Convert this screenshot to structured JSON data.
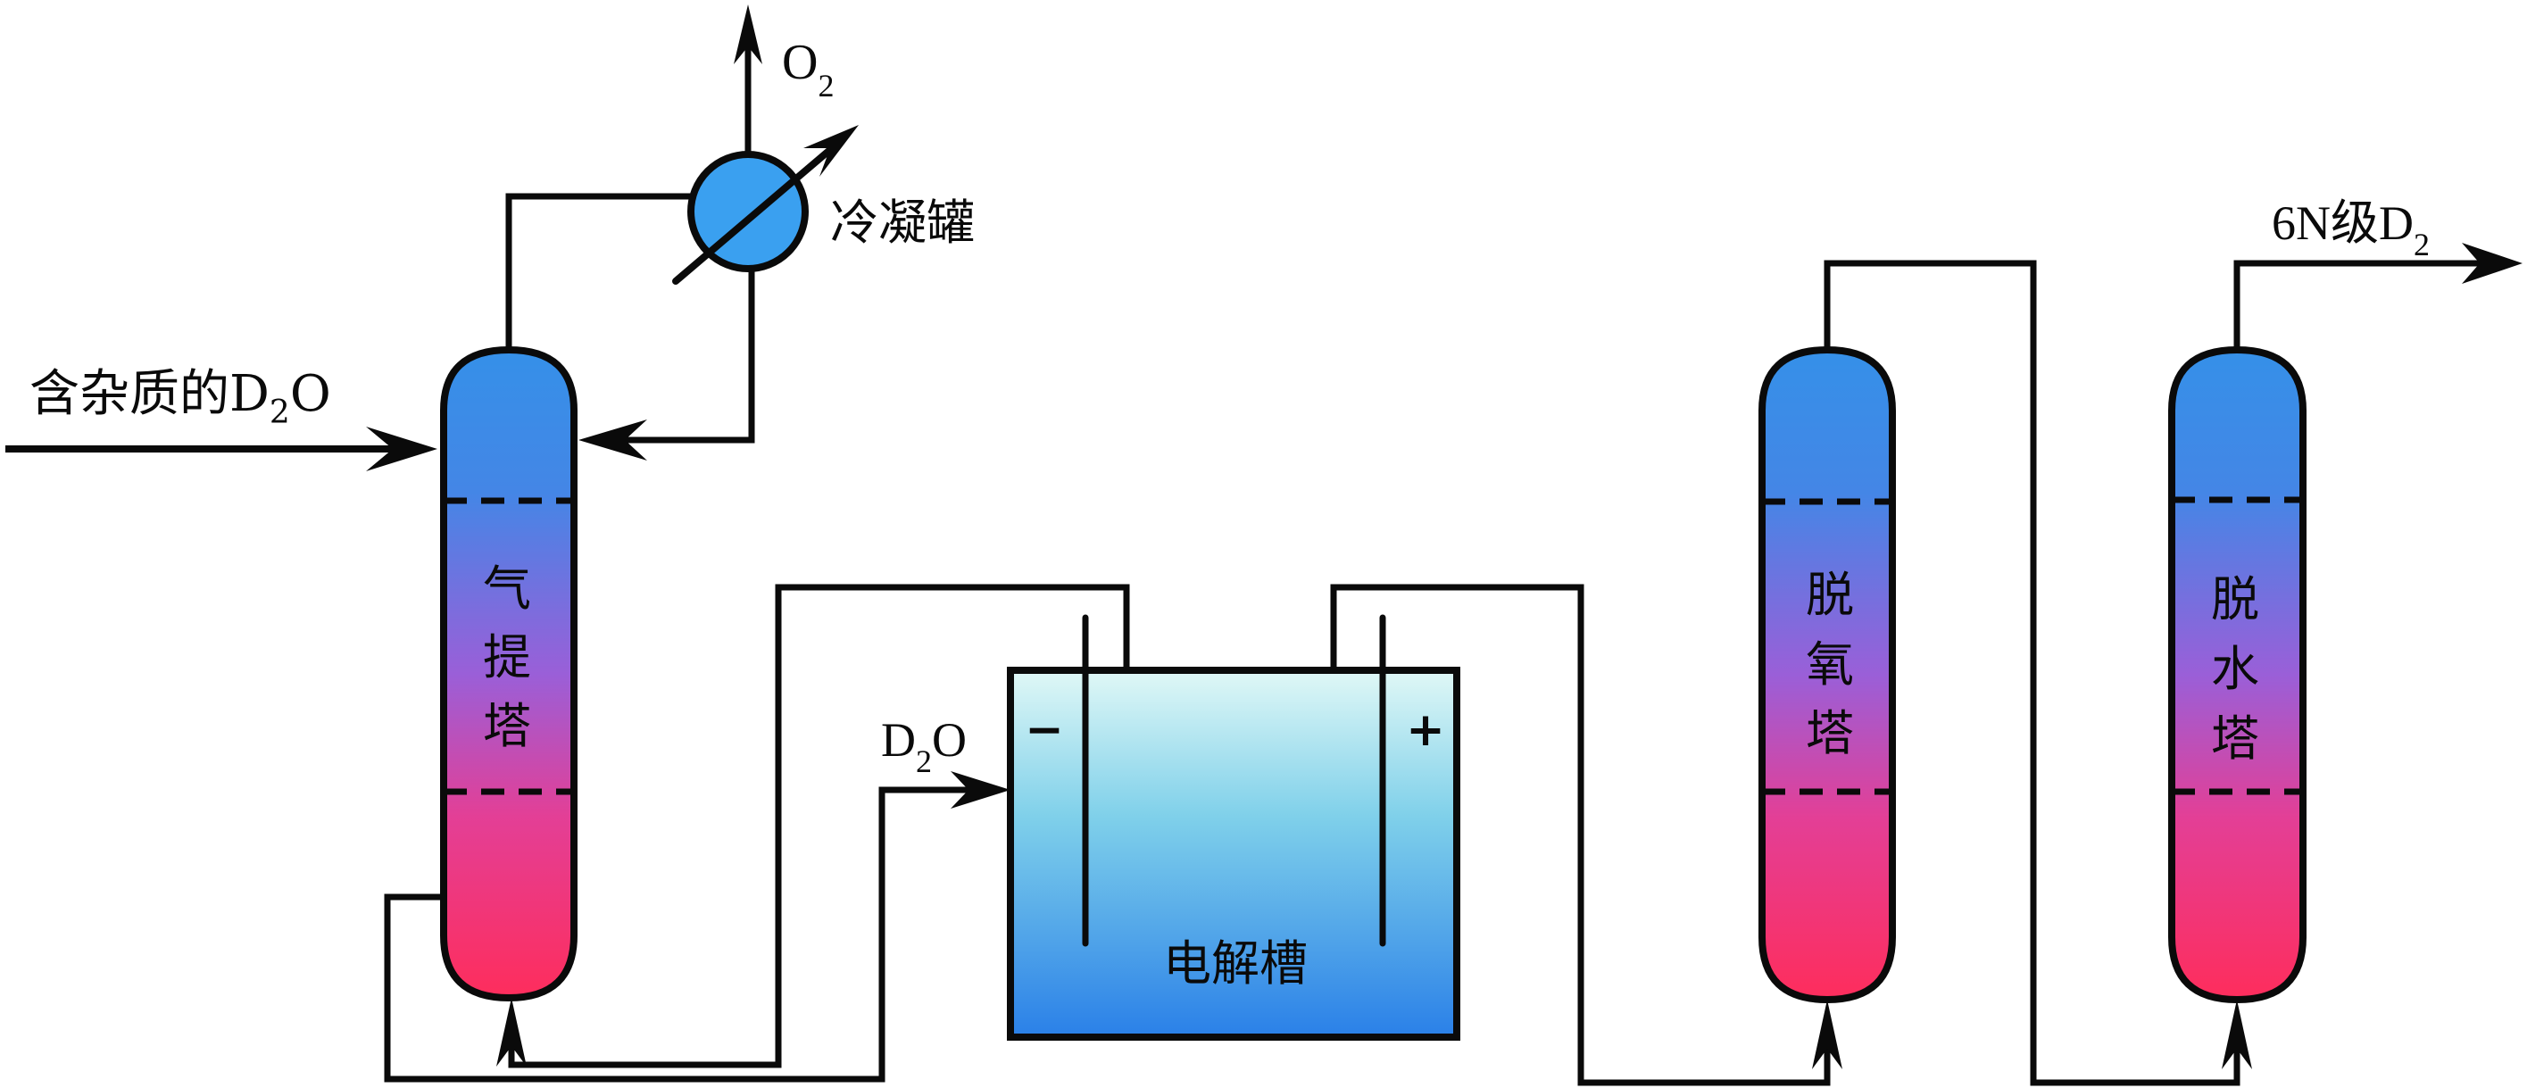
{
  "diagram": {
    "title": "D2 purification process flow",
    "feed": {
      "label_prefix": "含杂质的D",
      "label_sub": "2",
      "label_suffix": "O"
    },
    "condenser": {
      "label": "冷凝罐",
      "color": "#3aa0f0"
    },
    "oxygen_out": {
      "label": "O",
      "label_sub": "2"
    },
    "electrolyzer": {
      "label": "电解槽",
      "cathode_sign": "−",
      "anode_sign": "+",
      "feed_label": "D",
      "feed_sub": "2",
      "feed_suffix": "O",
      "color_top": "#dff7f6",
      "color_bottom": "#2a82e8"
    },
    "towers": [
      {
        "id": "stripping",
        "chars": [
          "气",
          "提",
          "塔"
        ]
      },
      {
        "id": "deoxygenation",
        "chars": [
          "脱",
          "氧",
          "塔"
        ]
      },
      {
        "id": "dehydration",
        "chars": [
          "脱",
          "水",
          "塔"
        ]
      }
    ],
    "tower_colors": {
      "top": "#3590e8",
      "middle": "#9a5fd8",
      "bottom": "#fe2d5c"
    },
    "product": {
      "label_prefix": "6N级D",
      "label_sub": "2"
    }
  }
}
